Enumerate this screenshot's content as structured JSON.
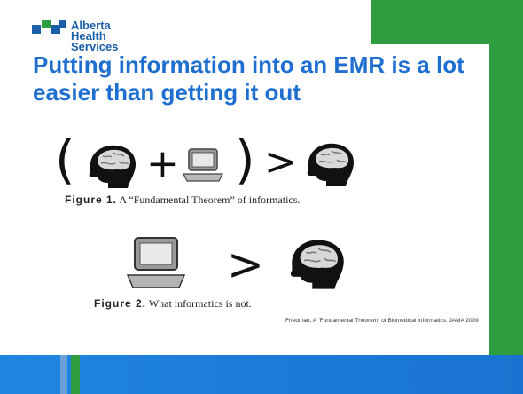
{
  "logo": {
    "line1": "Alberta Health",
    "line2": "Services"
  },
  "title": "Putting information into an EMR is a lot easier than getting it out",
  "figure1": {
    "open_paren": "(",
    "plus": "+",
    "close_paren": ")",
    "greater": ">",
    "label": "Figure 1.",
    "caption": "A “Fundamental Theorem” of informatics."
  },
  "figure2": {
    "greater": ">",
    "label": "Figure 2.",
    "caption": "What informatics is not."
  },
  "citation": "Friedman, A “Fundamental Theorem” of Biomedical Informatics. JAMA 2009",
  "colors": {
    "green": "#2e9e40",
    "blue_title": "#1f6fd0",
    "footer_blue": "#1f86e0"
  }
}
